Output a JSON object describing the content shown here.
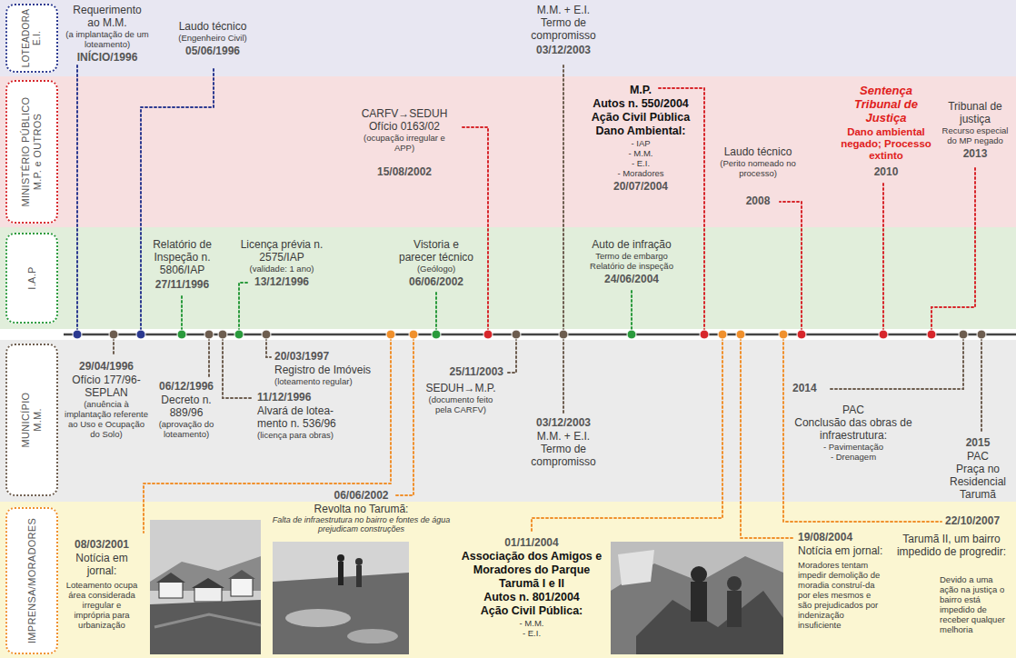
{
  "diagram": {
    "nodes": [
      {
        "text": [
          "LOTEADORA E.I."
        ]
      },
      {
        "text": [
          "MINISTÉRIO PÚBLICO M.P. e OUTROS"
        ]
      },
      {
        "text": [
          "I.A.P"
        ]
      },
      {
        "text": [
          "MUNICÍPIO M.M."
        ]
      },
      {
        "text": [
          "IMPRENSA/MORADORES"
        ]
      }
    ],
    "labels": [
      "Requerimento ao M.M.",
      "(a implantação de um loteamento)",
      "INÍCIO/1996",
      "Laudo técnico",
      "(Engenheiro Civil)",
      "05/06/1996",
      "M.M. + E.I. Termo de compromisso",
      "03/12/2003",
      "CARFV→SEDUH Ofício 0163/02",
      "(ocupação irregular e APP)",
      "15/08/2002",
      "M.P.",
      "Autos n. 550/2004",
      "Ação Civil Pública",
      "Dano Ambiental:",
      "- IAP",
      "- M.M.",
      "- E.I.",
      "- Moradores",
      "20/07/2004",
      "Laudo técnico",
      "(Perito nomeado no processo)",
      "2008",
      "Sentença Tribunal de Justiça",
      "Dano ambiental negado; Processo extinto",
      "2010",
      "Tribunal de justiça",
      "Recurso especial do MP negado",
      "2013",
      "Relatório de Inspeção n. 5806/IAP",
      "27/11/1996",
      "Licença prévia n. 2575/IAP",
      "(validade: 1 ano)",
      "13/12/1996",
      "Vistoria e parecer técnico",
      "(Geólogo)",
      "06/06/2002",
      "Auto de infração",
      "Termo de embargo",
      "Relatório de inspeção",
      "24/06/2004",
      "29/04/1996",
      "Ofício 177/96-SEPLAN",
      "(anuência à implantação referente ao Uso e Ocupação do Solo)",
      "06/12/1996",
      "Decreto n. 889/96",
      "(aprovação do loteamento)",
      "20/03/1997",
      "Registro de Imóveis",
      "(loteamento regular)",
      "11/12/1996",
      "Alvará de lotea- mento n. 536/96",
      "(licença para obras)",
      "25/11/2003",
      "SEDUH→M.P.",
      "(documento feito pela CARFV)",
      "03/12/2003",
      "M.M. + E.I. Termo de compromisso",
      "2014",
      "PAC",
      "Conclusão das obras de infraestrutura:",
      "- Pavimentação",
      "- Drenagem",
      "2015",
      "PAC",
      "Praça no Residencial Tarumã",
      "08/03/2001",
      "Notícia em jornal:",
      "Loteamento ocupa área considerada irregular e imprópria para urbanização",
      "06/06/2002",
      "Revolta no Tarumã:",
      "Falta de infraestrutura no bairro e fontes de água prejudicam construções",
      "01/11/2004",
      "Associação dos Amigos e Moradores do Parque Tarumã I e II",
      "Autos n. 801/2004",
      "Ação Civil Pública:",
      "- M.M.",
      "- E.I.",
      "19/08/2004",
      "Notícia em jornal:",
      "Moradores tentam impedir demolição de moradia construí-da por eles mesmos e são prejudicados por indenização insuficiente",
      "22/10/2007",
      "Tarumã II, um bairro impedido de progredir:",
      "Devido a uma ação na justiça o bairro está impedido de receber qualquer melhoria"
    ]
  }
}
